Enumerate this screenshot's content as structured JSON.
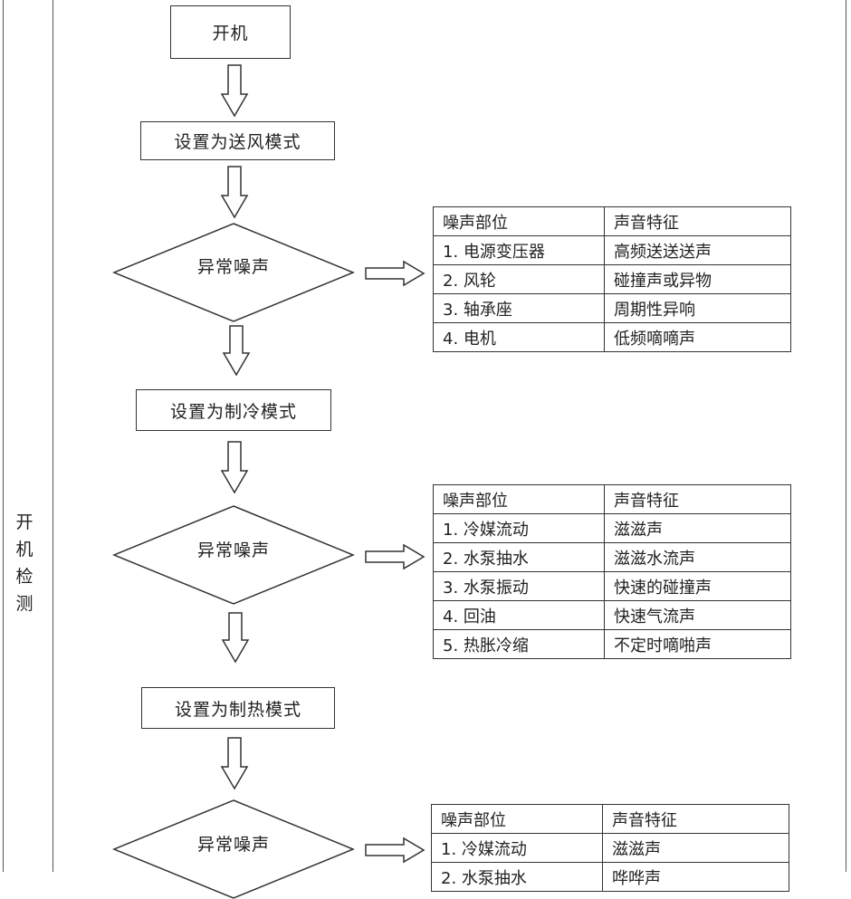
{
  "section_label": [
    "开",
    "机",
    "检",
    "测"
  ],
  "steps": {
    "start": "开机",
    "fan_mode": "设置为送风模式",
    "cool_mode": "设置为制冷模式",
    "heat_mode": "设置为制热模式"
  },
  "decisions": {
    "d1": "异常噪声",
    "d2": "异常噪声",
    "d3": "异常噪声"
  },
  "tables": [
    {
      "header": [
        "噪声部位",
        "声音特征"
      ],
      "rows": [
        [
          "1. 电源变压器",
          "高频送送送声"
        ],
        [
          "2. 风轮",
          "碰撞声或异物"
        ],
        [
          "3. 轴承座",
          "周期性异响"
        ],
        [
          "4. 电机",
          "低频嘀嘀声"
        ]
      ]
    },
    {
      "header": [
        "噪声部位",
        "声音特征"
      ],
      "rows": [
        [
          "1. 冷媒流动",
          "滋滋声"
        ],
        [
          "2. 水泵抽水",
          "滋滋水流声"
        ],
        [
          "3. 水泵振动",
          "快速的碰撞声"
        ],
        [
          "4. 回油",
          "快速气流声"
        ],
        [
          "5. 热胀冷缩",
          "不定时嘀啪声"
        ]
      ]
    },
    {
      "header": [
        "噪声部位",
        "声音特征"
      ],
      "rows": [
        [
          "1. 冷媒流动",
          "滋滋声"
        ],
        [
          "2. 水泵抽水",
          "哗哗声"
        ]
      ]
    }
  ]
}
